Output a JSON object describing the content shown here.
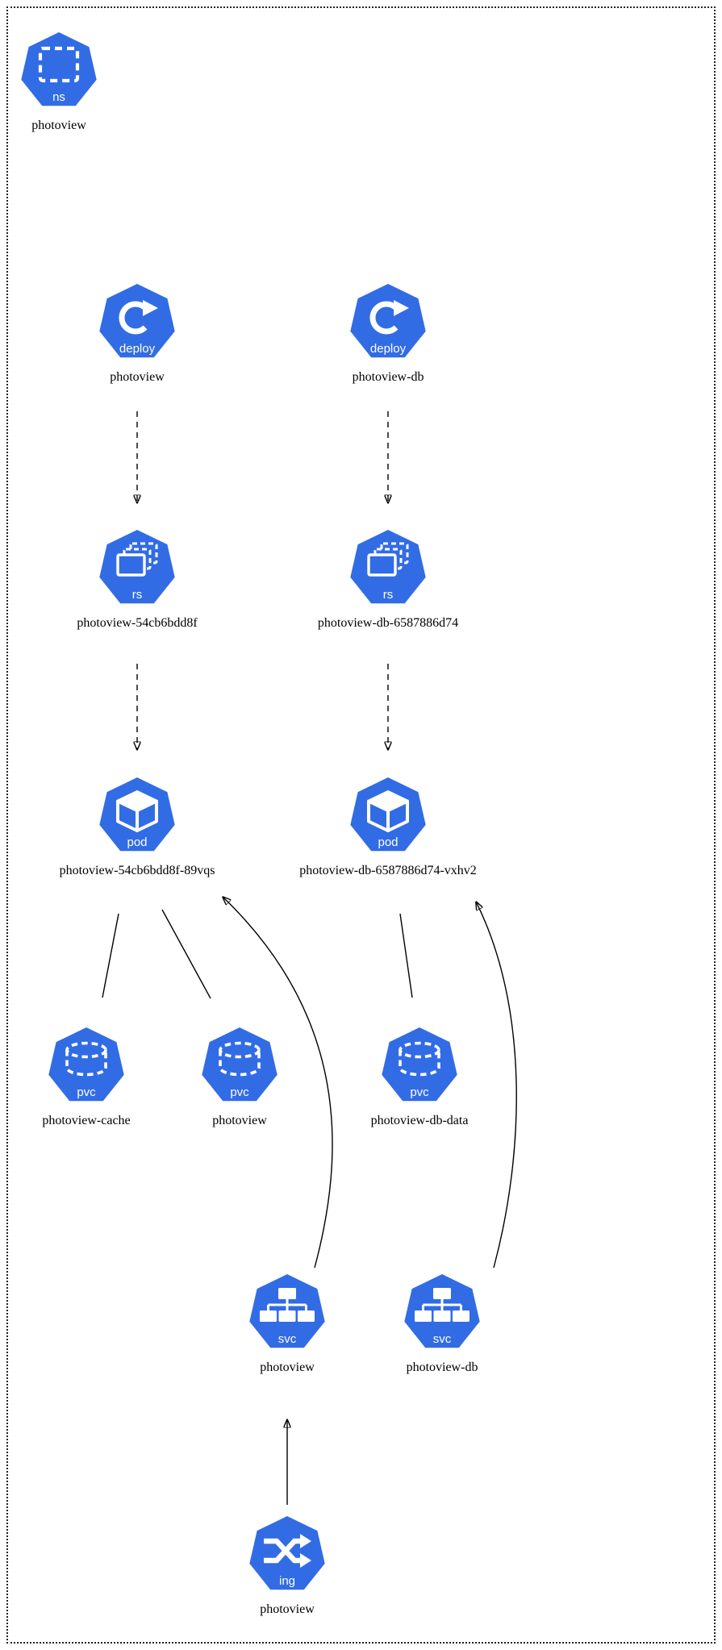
{
  "colors": {
    "node_fill": "#326CE5",
    "glyph": "#ffffff",
    "edge": "#000000",
    "label_text": "#000000"
  },
  "nodes": {
    "ns": {
      "kind": "ns",
      "label": "photoview"
    },
    "deploy_photoview": {
      "kind": "deploy",
      "label": "photoview"
    },
    "deploy_photoview_db": {
      "kind": "deploy",
      "label": "photoview-db"
    },
    "rs_photoview": {
      "kind": "rs",
      "label": "photoview-54cb6bdd8f"
    },
    "rs_photoview_db": {
      "kind": "rs",
      "label": "photoview-db-6587886d74"
    },
    "pod_photoview": {
      "kind": "pod",
      "label": "photoview-54cb6bdd8f-89vqs"
    },
    "pod_photoview_db": {
      "kind": "pod",
      "label": "photoview-db-6587886d74-vxhv2"
    },
    "pvc_photoview_cache": {
      "kind": "pvc",
      "label": "photoview-cache"
    },
    "pvc_photoview": {
      "kind": "pvc",
      "label": "photoview"
    },
    "pvc_photoview_db_data": {
      "kind": "pvc",
      "label": "photoview-db-data"
    },
    "svc_photoview": {
      "kind": "svc",
      "label": "photoview"
    },
    "svc_photoview_db": {
      "kind": "svc",
      "label": "photoview-db"
    },
    "ing_photoview": {
      "kind": "ing",
      "label": "photoview"
    }
  },
  "edges": [
    {
      "from": "deploy/photoview",
      "to": "rs/photoview-54cb6bdd8f",
      "style": "dashed-arrow"
    },
    {
      "from": "deploy/photoview-db",
      "to": "rs/photoview-db-6587886d74",
      "style": "dashed-arrow"
    },
    {
      "from": "rs/photoview-54cb6bdd8f",
      "to": "pod/photoview-54cb6bdd8f-89vqs",
      "style": "dashed-arrow"
    },
    {
      "from": "rs/photoview-db-6587886d74",
      "to": "pod/photoview-db-6587886d74-vxhv2",
      "style": "dashed-arrow"
    },
    {
      "from": "pod/photoview-54cb6bdd8f-89vqs",
      "to": "pvc/photoview-cache",
      "style": "line"
    },
    {
      "from": "pod/photoview-54cb6bdd8f-89vqs",
      "to": "pvc/photoview",
      "style": "line"
    },
    {
      "from": "pod/photoview-db-6587886d74-vxhv2",
      "to": "pvc/photoview-db-data",
      "style": "line"
    },
    {
      "from": "svc/photoview",
      "to": "pod/photoview-54cb6bdd8f-89vqs",
      "style": "curved-arrow"
    },
    {
      "from": "svc/photoview-db",
      "to": "pod/photoview-db-6587886d74-vxhv2",
      "style": "curved-arrow"
    },
    {
      "from": "ing/photoview",
      "to": "svc/photoview",
      "style": "arrow"
    }
  ]
}
